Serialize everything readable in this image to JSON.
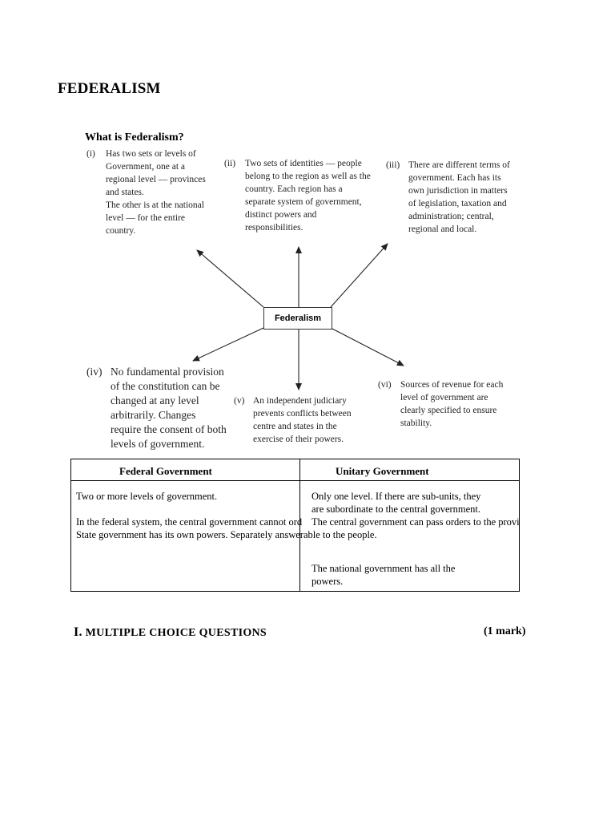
{
  "page": {
    "title": "FEDERALISM"
  },
  "diagram": {
    "title": "What is Federalism?",
    "center_label": "Federalism",
    "nodes": [
      {
        "num": "(i)",
        "lines": [
          "Has two sets or levels of",
          "Government, one at a",
          "regional level — provinces",
          "and states.",
          "The other is at the national",
          "level — for the entire",
          "country."
        ]
      },
      {
        "num": "(ii)",
        "lines": [
          "Two sets of identities — people",
          "belong to the region as well as the",
          "country. Each region has a",
          "separate system of government,",
          "distinct powers and",
          "responsibilities."
        ]
      },
      {
        "num": "(iii)",
        "lines": [
          "There are different terms of",
          "government. Each has its",
          "own jurisdiction in matters",
          "of legislation, taxation and",
          "administration; central,",
          "regional and local."
        ]
      },
      {
        "num": "(iv)",
        "lines": [
          "No fundamental provision",
          "of the constitution can be",
          "changed at any level",
          "arbitrarily. Changes",
          "require the consent of both",
          "levels of government."
        ]
      },
      {
        "num": "(v)",
        "lines": [
          "An independent judiciary",
          "prevents conflicts between",
          "centre and states in the",
          "exercise of their powers."
        ]
      },
      {
        "num": "(vi)",
        "lines": [
          "Sources of revenue for each",
          "level of government are",
          "clearly specified to ensure",
          "stability."
        ]
      }
    ]
  },
  "table": {
    "headers": [
      "Federal Government",
      "Unitary Government"
    ],
    "federal": {
      "row1": "Two or more levels of government.",
      "row2a": "In the federal system, the central government cannot order the state government to do something.",
      "row2b": "State government has its own powers. Separately answerable to the  people."
    },
    "unitary": {
      "row1a": "Only one level. If there are sub-units,  they",
      "row1b": "are subordinate to the central government.",
      "row2": "The central government can pass orders to the provincial or local government.",
      "row3a": "The national government has all  the",
      "row3b": "powers."
    }
  },
  "section": {
    "roman": "I.",
    "heading": "MULTIPLE  CHOICE  QUESTIONS",
    "marks": "(1  mark)"
  }
}
